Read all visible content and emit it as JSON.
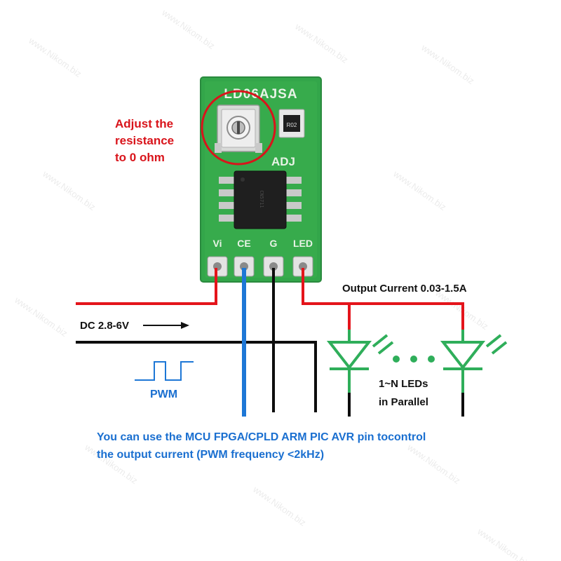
{
  "board": {
    "model": "LD06AJSA",
    "adj": "ADJ",
    "pins": [
      "Vi",
      "CE",
      "G",
      "LED"
    ],
    "resistor_code": "R02"
  },
  "notes": {
    "adjust_lines": [
      "Adjust the",
      "resistance",
      "to 0 ohm"
    ],
    "input_label": "DC 2.8-6V",
    "pwm_label": "PWM",
    "output_label": "Output Current 0.03-1.5A",
    "leds_lines": [
      "1~N LEDs",
      "in Parallel"
    ],
    "mcu_lines": [
      "You can use the MCU FPGA/CPLD ARM PIC AVR pin tocontrol",
      "the output current (PWM frequency <2kHz)"
    ]
  },
  "watermark": "www.Nikom.biz",
  "colors": {
    "wire_red": "#e4141b",
    "wire_black": "#0d0d0d",
    "wire_blue": "#1d77d6",
    "led_green": "#2fae5a",
    "pcb_green": "#33a64a",
    "annot_red": "#d9141b",
    "annot_blue": "#1a6fd0"
  }
}
